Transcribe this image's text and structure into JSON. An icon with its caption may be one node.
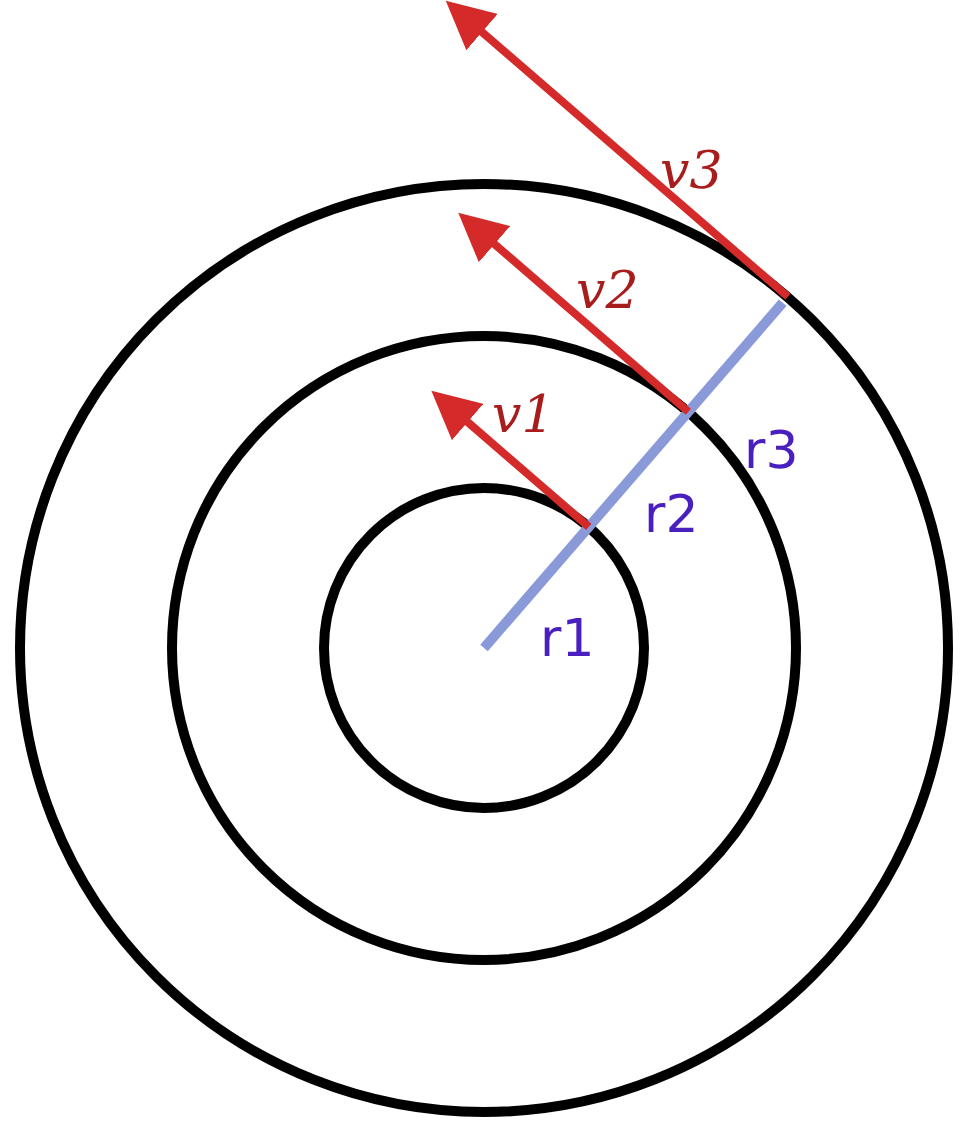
{
  "diagram": {
    "labels": [
      "v3",
      "v2",
      "v1",
      "r3",
      "r2",
      "r1"
    ]
  }
}
